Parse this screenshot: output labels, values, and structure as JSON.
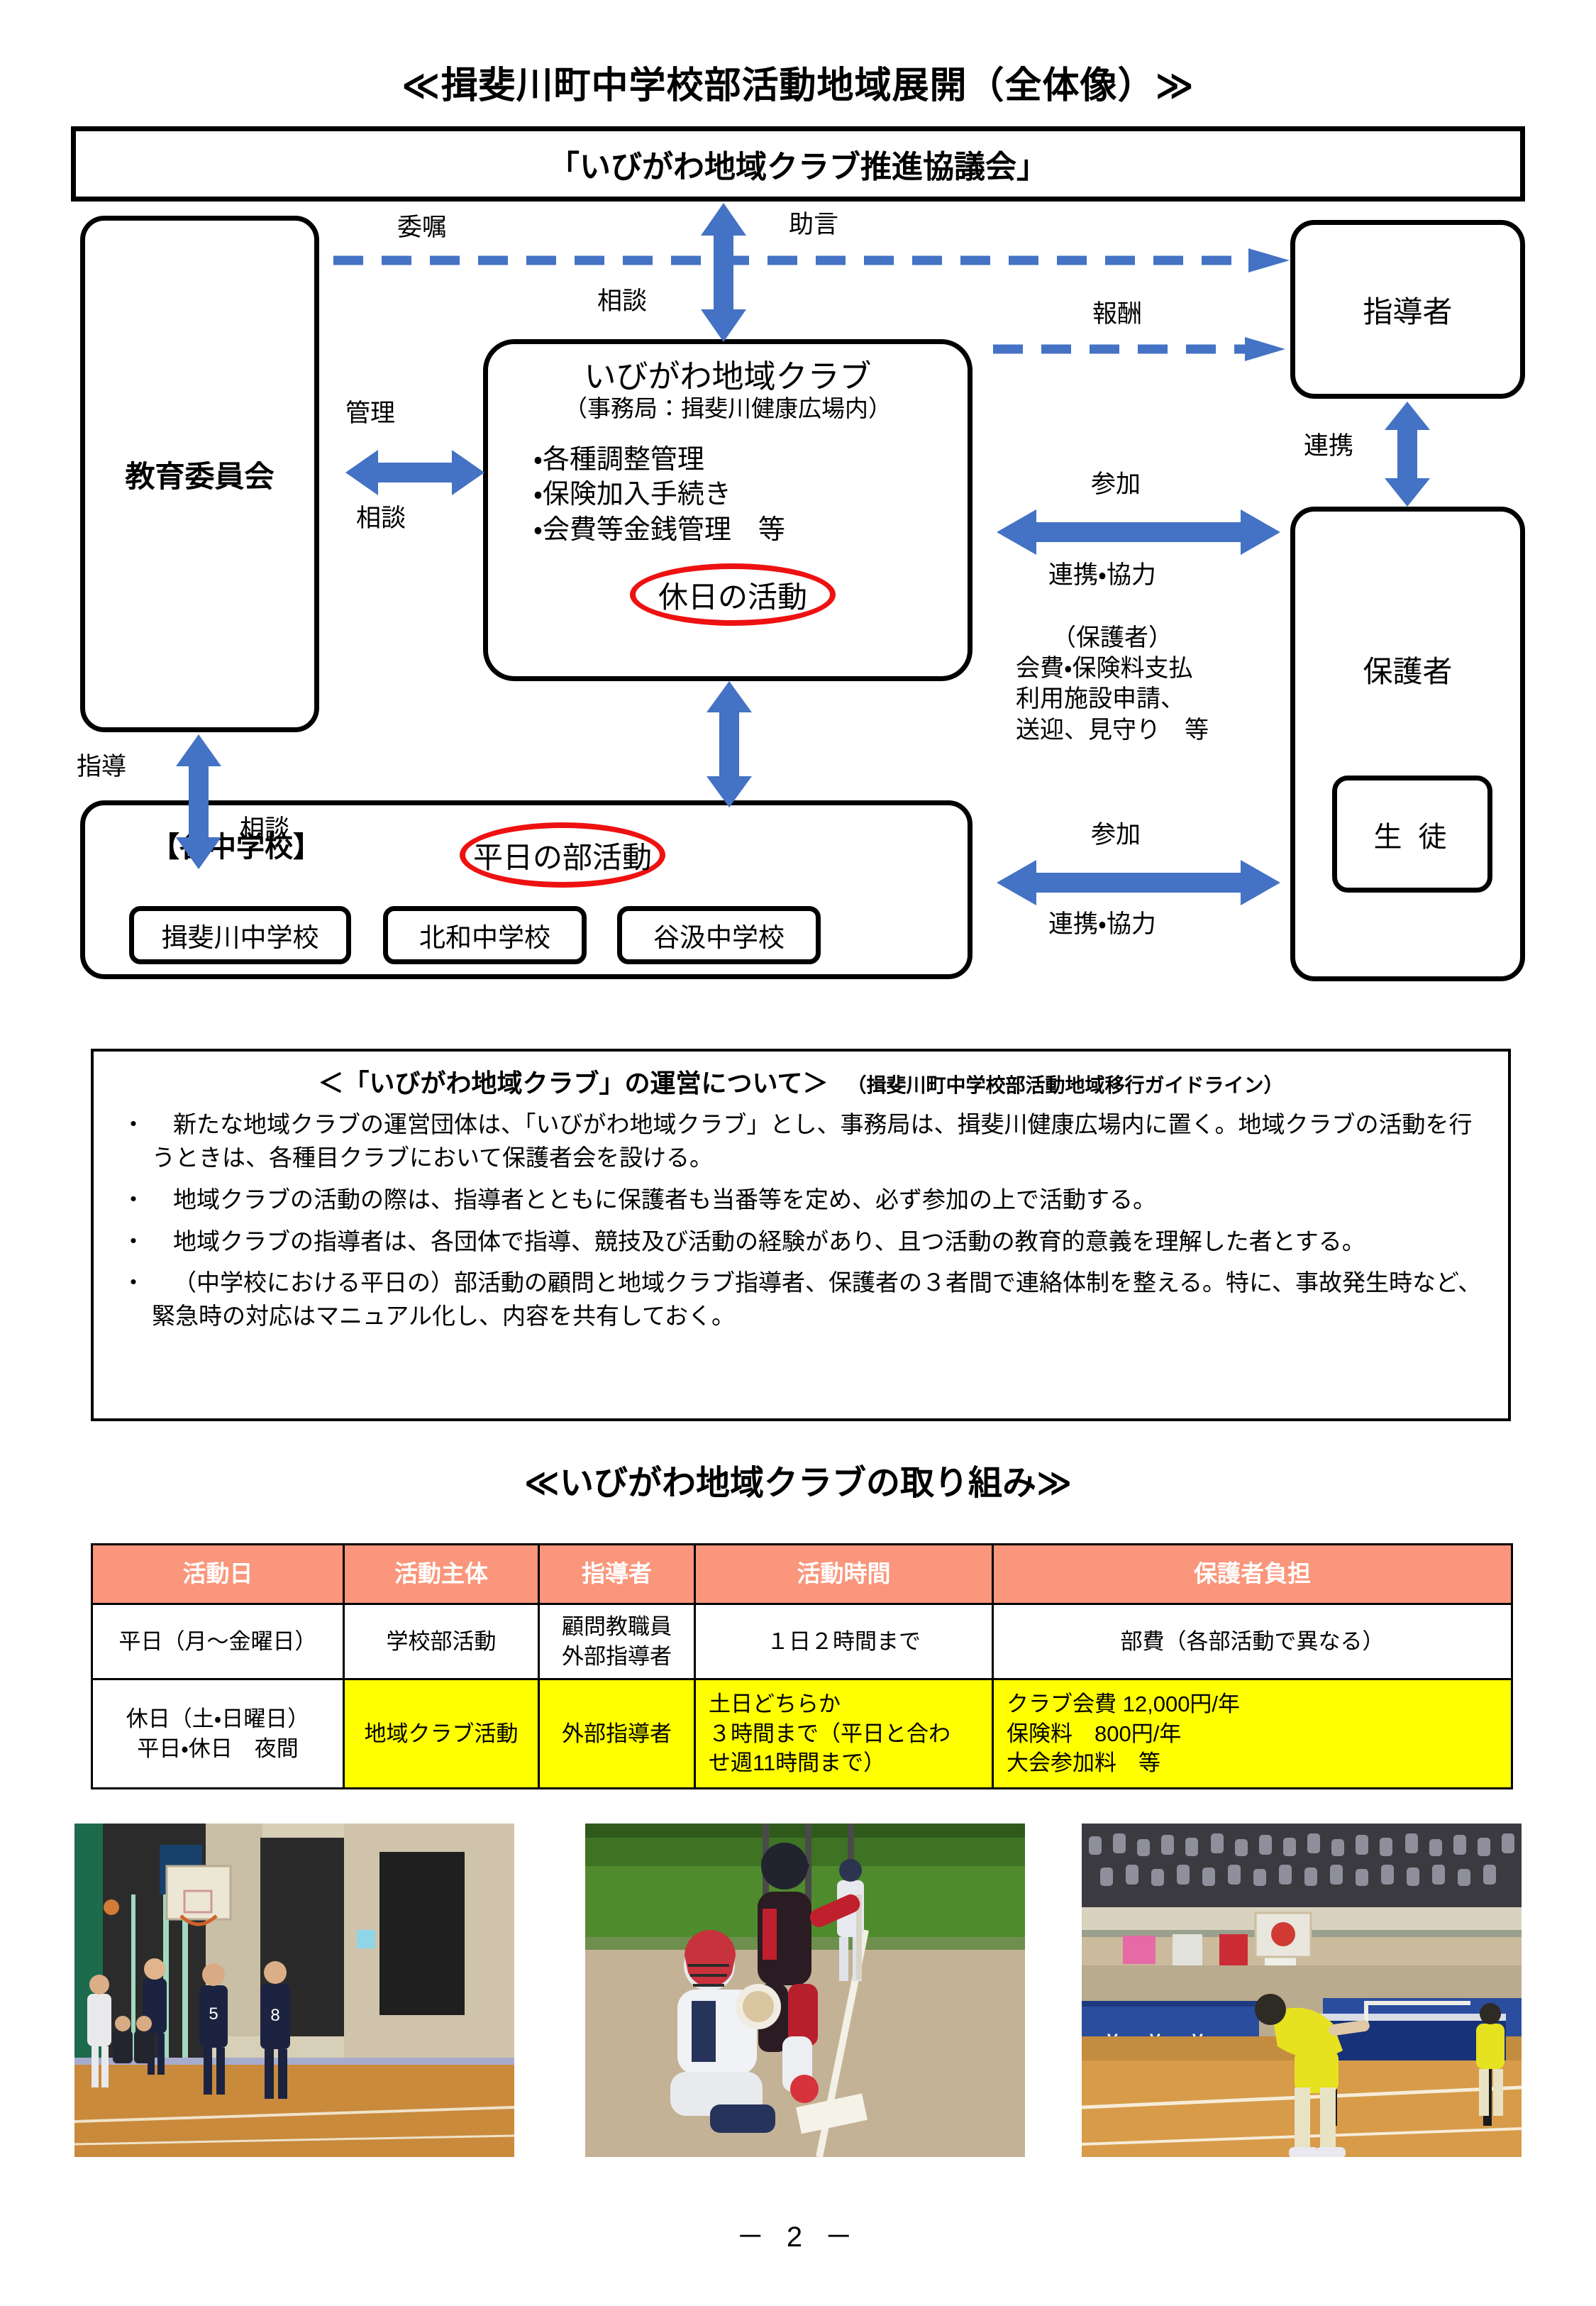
{
  "document": {
    "title": "≪揖斐川町中学校部活動地域展開（全体像）≫",
    "page_number": "－ 2 －"
  },
  "diagram": {
    "council": {
      "label": "「いびがわ地域クラブ推進協議会」"
    },
    "boards": {
      "education_committee": "教育委員会",
      "instructor": "指導者",
      "guardian": "保護者",
      "student": "生 徒"
    },
    "club": {
      "title": "いびがわ地域クラブ",
      "subtitle": "（事務局：揖斐川健康広場内）",
      "duties": [
        "・各種調整管理",
        "・保険加入手続き",
        "・会費等金銭管理　等"
      ],
      "highlight": "休日の活動"
    },
    "schools": {
      "header": "【各中学校】",
      "highlight": "平日の部活動",
      "items": [
        "揖斐川中学校",
        "北和中学校",
        "谷汲中学校"
      ]
    },
    "flows": {
      "commission": "委嘱",
      "advice": "助言",
      "consult_top": "相談",
      "reward": "報酬",
      "manage": "管理",
      "consult_mid": "相談",
      "guidance": "指導",
      "consult_low": "相談",
      "cooperate_instructor": "連携",
      "participate_upper": "参加",
      "cooperation_upper": "連携・協力",
      "participate_lower": "参加",
      "cooperation_lower": "連携・協力",
      "guardian_note": "（保護者）\n会費・保険料支払\n利用施設申請、\n送迎、見守り　等",
      "guardian_note_lines": [
        "（保護者）",
        "会費・保険料支払",
        "利用施設申請、",
        "送迎、見守り　等"
      ]
    }
  },
  "note": {
    "heading": "＜「いびがわ地域クラブ」の運営について＞",
    "guideline": "（揖斐川町中学校部活動地域移行ガイドライン）",
    "bullet": "・",
    "items": [
      "新たな地域クラブの運営団体は、「いびがわ地域クラブ」とし、事務局は、揖斐川健康広場内に置く。地域クラブの活動を行うときは、各種目クラブにおいて保護者会を設ける。",
      "地域クラブの活動の際は、指導者とともに保護者も当番等を定め、必ず参加の上で活動する。",
      "地域クラブの指導者は、各団体で指導、競技及び活動の経験があり、且つ活動の教育的意義を理解した者とする。",
      "（中学校における平日の）部活動の顧問と地域クラブ指導者、保護者の３者間で連絡体制を整える。特に、事故発生時など、緊急時の対応はマニュアル化し、内容を共有しておく。"
    ]
  },
  "initiatives": {
    "title": "≪いびがわ地域クラブの取り組み≫"
  },
  "table": {
    "columns": [
      "活動日",
      "活動主体",
      "指導者",
      "活動時間",
      "保護者負担"
    ],
    "rows": [
      {
        "highlight": false,
        "cells": [
          "平日（月～金曜日）",
          "学校部活動",
          "顧問教職員\n外部指導者",
          "１日２時間まで",
          "部費（各部活動で異なる）"
        ],
        "cell_lines": [
          [
            "平日（月～金曜日）"
          ],
          [
            "学校部活動"
          ],
          [
            "顧問教職員",
            "外部指導者"
          ],
          [
            "１日２時間まで"
          ],
          [
            "部費（各部活動で異なる）"
          ]
        ]
      },
      {
        "highlight": true,
        "cells": [
          "休日（土・日曜日）\n平日・休日　夜間",
          "地域クラブ活動",
          "外部指導者",
          "土日どちらか\n３時間まで（平日と合わせ週11時間まで）",
          "クラブ会費 12,000円/年\n保険料　800円/年\n大会参加料　等"
        ],
        "cell_lines": [
          [
            "休日（土・日曜日）",
            "平日・休日　夜間"
          ],
          [
            "地域クラブ活動"
          ],
          [
            "外部指導者"
          ],
          [
            "土日どちらか",
            "３時間まで（平日と合わ",
            "せ週11時間まで）"
          ],
          [
            "クラブ会費 12,000円/年",
            "保険料　800円/年",
            "大会参加料　等"
          ]
        ]
      }
    ],
    "highlight_color": "#FFFF00",
    "header_color": "#F9967B"
  },
  "photos": [
    {
      "name": "basketball-photo",
      "caption": ""
    },
    {
      "name": "softball-photo",
      "caption": ""
    },
    {
      "name": "table-tennis-photo",
      "caption": ""
    }
  ],
  "colors": {
    "arrow_blue": "#4472C4",
    "highlight_red": "#EE1111",
    "table_header": "#F9967B",
    "table_highlight": "#FFFF00"
  }
}
